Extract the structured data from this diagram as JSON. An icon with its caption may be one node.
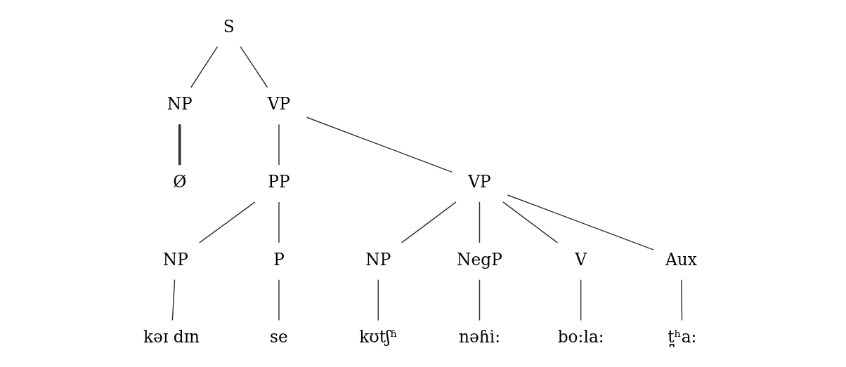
{
  "diagram": {
    "nodes": [
      {
        "text": [
          "S"
        ]
      },
      {
        "text": [
          "NP"
        ]
      },
      {
        "text": [
          "VP"
        ]
      },
      {
        "text": [
          "Ø"
        ]
      },
      {
        "text": [
          "PP"
        ]
      },
      {
        "text": [
          "VP"
        ]
      },
      {
        "text": [
          "NP"
        ]
      },
      {
        "text": [
          "P"
        ]
      },
      {
        "text": [
          "NP"
        ]
      },
      {
        "text": [
          "NegP"
        ]
      },
      {
        "text": [
          "V"
        ]
      },
      {
        "text": [
          "Aux"
        ]
      },
      {
        "text": [
          "kəɪ dɪn"
        ]
      },
      {
        "text": [
          "se"
        ]
      },
      {
        "text": [
          "kʊtʃʱ"
        ]
      },
      {
        "text": [
          "nəɦi:"
        ]
      },
      {
        "text": [
          "bo:la:"
        ]
      },
      {
        "text": [
          "t̪ʰa:"
        ]
      }
    ],
    "edges": [
      {
        "from": 0,
        "to": 1,
        "arrow": "none"
      },
      {
        "from": 0,
        "to": 2,
        "arrow": "none"
      },
      {
        "from": 1,
        "to": 3,
        "arrow": "none",
        "style": "thick"
      },
      {
        "from": 2,
        "to": 4,
        "arrow": "none"
      },
      {
        "from": 2,
        "to": 5,
        "arrow": "none"
      },
      {
        "from": 4,
        "to": 6,
        "arrow": "none"
      },
      {
        "from": 4,
        "to": 7,
        "arrow": "none"
      },
      {
        "from": 5,
        "to": 8,
        "arrow": "none"
      },
      {
        "from": 5,
        "to": 9,
        "arrow": "none"
      },
      {
        "from": 5,
        "to": 10,
        "arrow": "none"
      },
      {
        "from": 5,
        "to": 11,
        "arrow": "none"
      },
      {
        "from": 6,
        "to": 12,
        "arrow": "none"
      },
      {
        "from": 7,
        "to": 13,
        "arrow": "none"
      },
      {
        "from": 8,
        "to": 14,
        "arrow": "none"
      },
      {
        "from": 9,
        "to": 15,
        "arrow": "none"
      },
      {
        "from": 10,
        "to": 16,
        "arrow": "none"
      },
      {
        "from": 11,
        "to": 17,
        "arrow": "none"
      }
    ]
  }
}
